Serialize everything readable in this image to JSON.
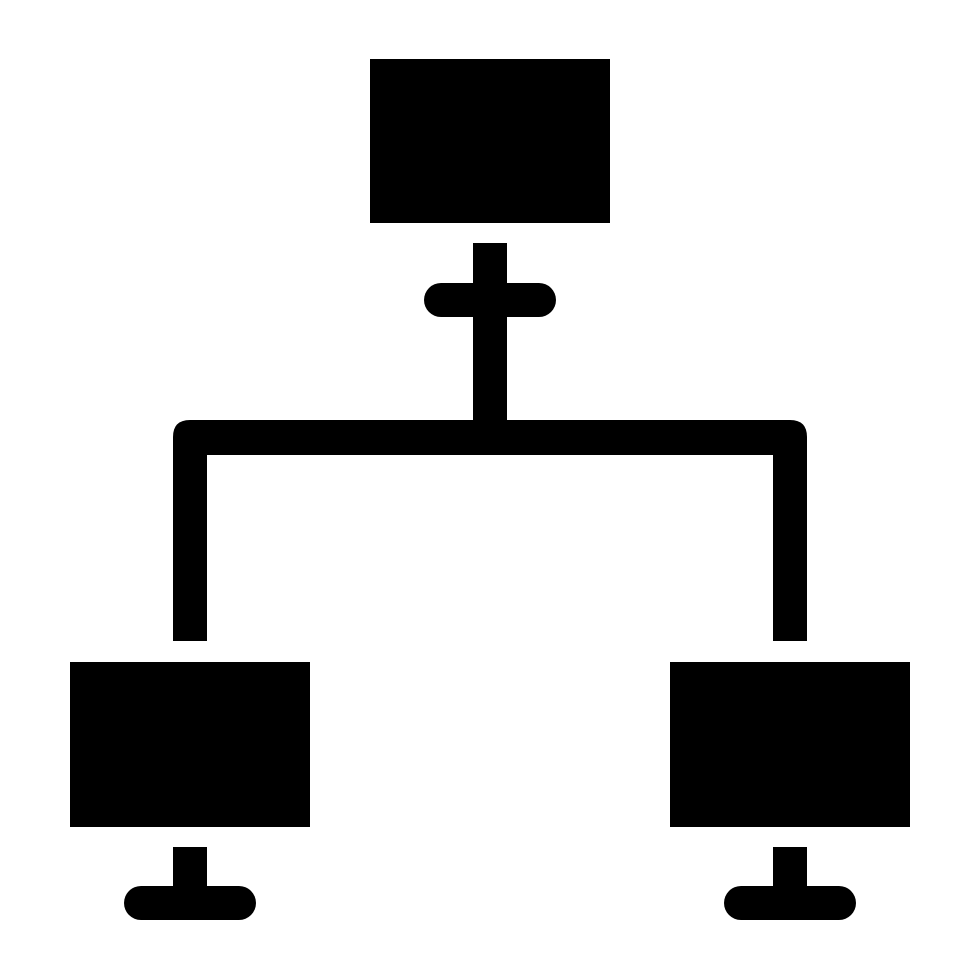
{
  "icon": {
    "name": "network-hierarchy-icon",
    "fill_color": "#000000",
    "background_color": "#ffffff",
    "nodes": [
      {
        "role": "parent-monitor"
      },
      {
        "role": "child-monitor-left"
      },
      {
        "role": "child-monitor-right"
      }
    ]
  }
}
